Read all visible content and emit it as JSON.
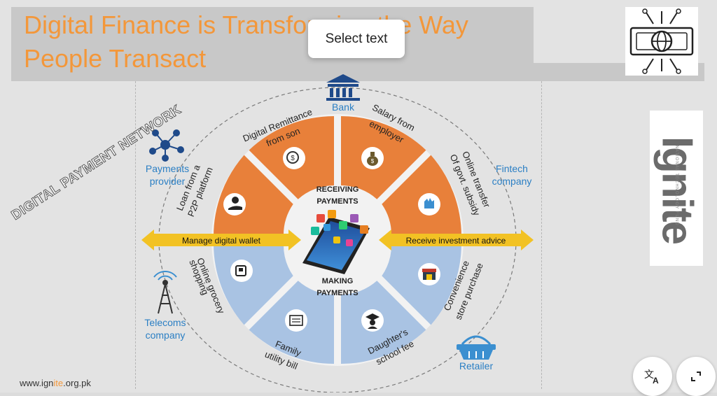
{
  "slide": {
    "title_line1": "Digital Finance is Transforming the Way",
    "title_line2": "People Transact",
    "side_banner": "DIGITAL PAYMENT NETWORK",
    "footer_url_prefix": "www.ign",
    "footer_url_highlight": "ite",
    "footer_url_suffix": ".org.pk",
    "brand": {
      "word": "Ignite",
      "subtitle": "NATIONAL TECHNOLOGY FUND"
    }
  },
  "popup": {
    "select_text": "Select text"
  },
  "nodes": {
    "bank": "Bank",
    "payments_provider": [
      "Payments",
      "provider"
    ],
    "fintech": [
      "Fintech",
      "company"
    ],
    "telecoms": [
      "Telecoms",
      "company"
    ],
    "retailer": "Retailer"
  },
  "center": {
    "receiving": [
      "RECEIVING",
      "PAYMENTS"
    ],
    "making": [
      "MAKING",
      "PAYMENTS"
    ]
  },
  "arrows": {
    "left": "Manage digital wallet",
    "right": "Receive investment advice"
  },
  "segments": {
    "remittance": [
      "Digital Remittance",
      "from son"
    ],
    "salary": [
      "Salary from",
      "employer"
    ],
    "subsidy": [
      "Online transfer",
      "Of govt. subsidy"
    ],
    "loan": [
      "Loan from a",
      "P2P platform"
    ],
    "grocery": [
      "Online grocery",
      "shopping"
    ],
    "utility": [
      "Family",
      "utility bill"
    ],
    "school": [
      "Daughter's",
      "school fee"
    ],
    "store": [
      "Convenience",
      "store purchase"
    ]
  },
  "colors": {
    "title": "#f3973a",
    "orange_segment": "#e8803a",
    "blue_segment": "#a9c3e3",
    "arrow": "#f2c224",
    "label_blue": "#2b7fc4"
  },
  "icons": {
    "translate": "translate-icon",
    "expand": "expand-icon"
  }
}
